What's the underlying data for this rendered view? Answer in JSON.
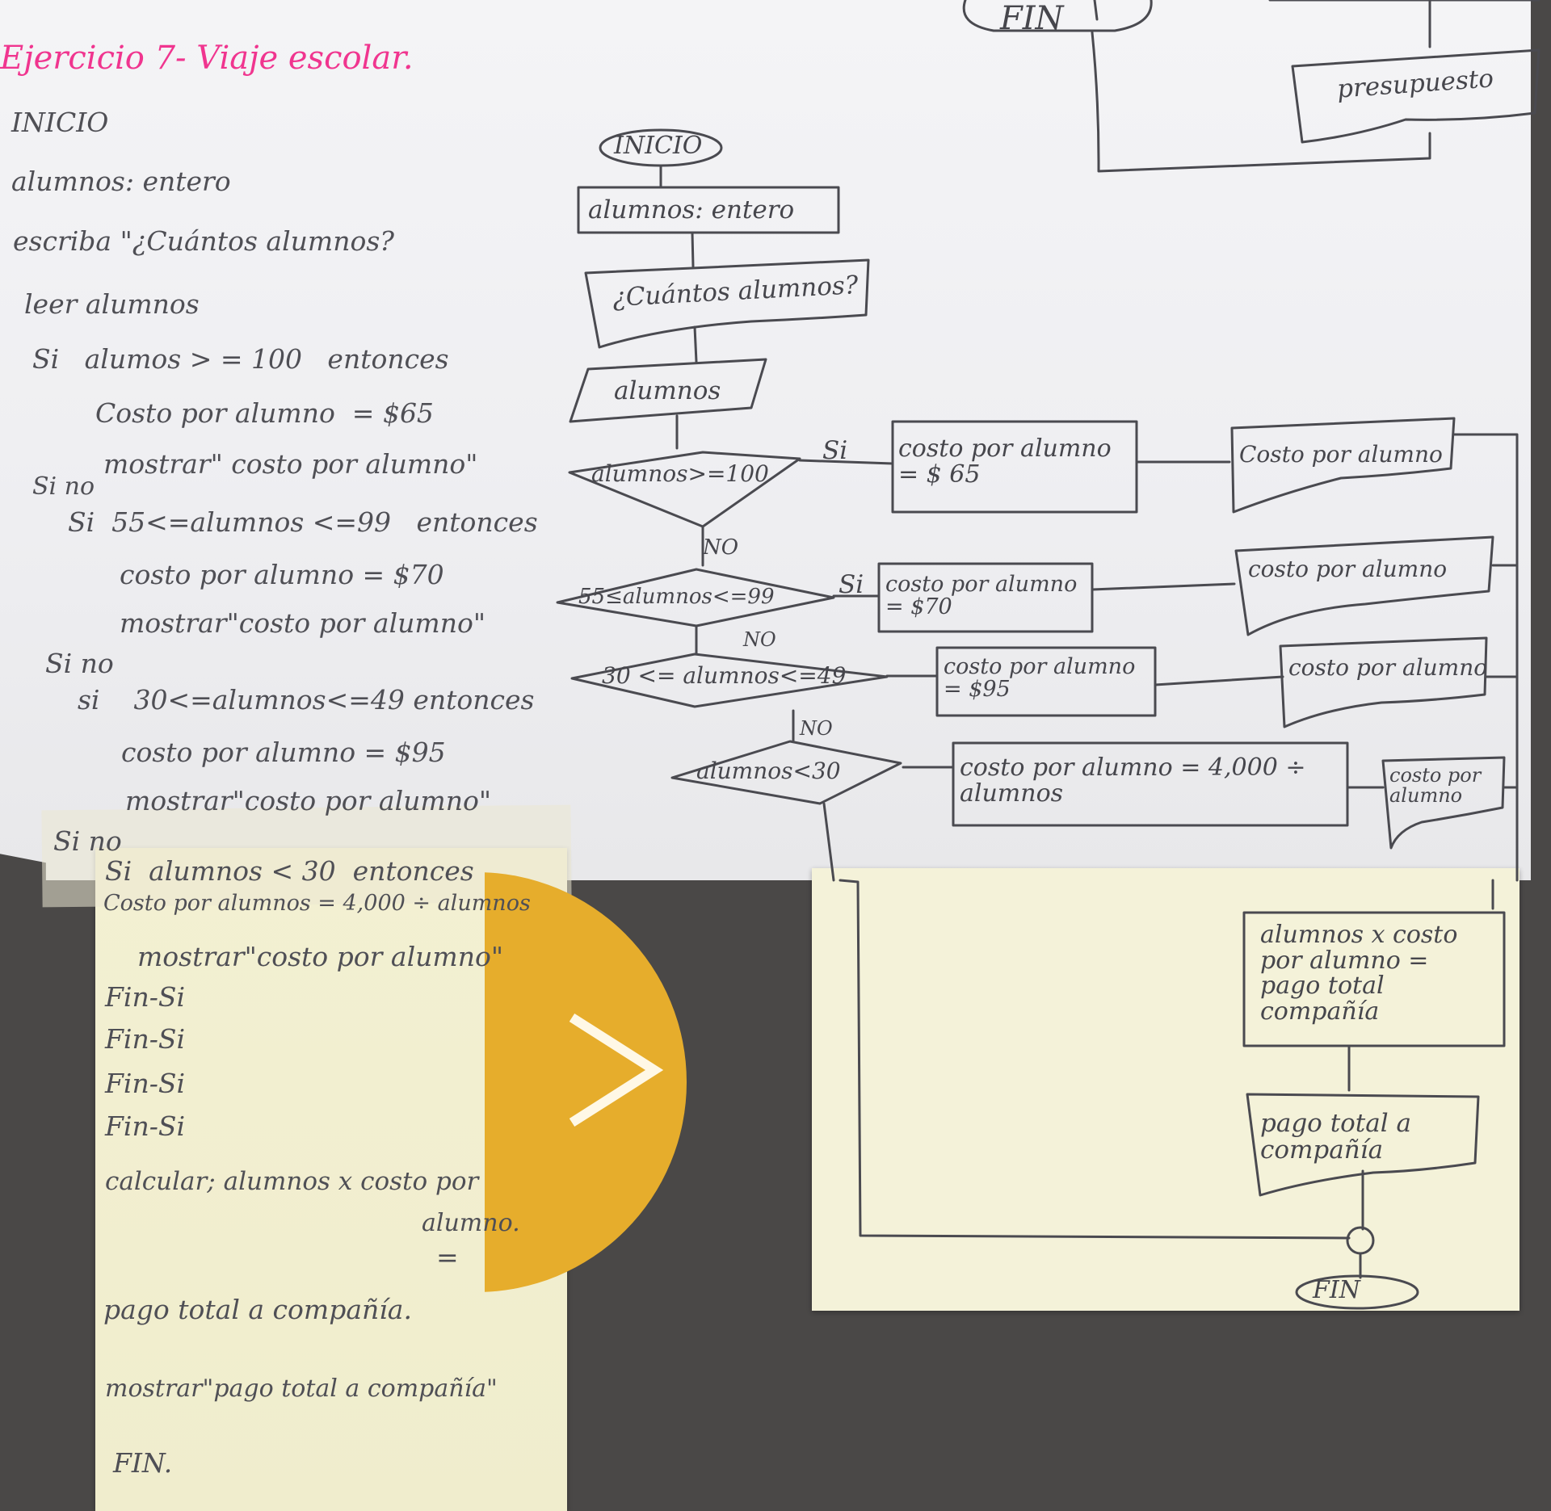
{
  "notes": {
    "title": "Ejercicio 7- Viaje escolar.",
    "pseudocode_lines": [
      "INICIO",
      "alumnos: entero",
      "escriba \"¿Cuántos alumnos?",
      "leer alumnos",
      "Si   alumos > = 100   entonces",
      "Costo por alumno  = $65",
      "mostrar\" costo por alumno\"",
      "Si no",
      "Si  55<=alumnos <=99   entonces",
      "costo por alumno = $70",
      "mostrar\"costo por alumno\"",
      "Si no",
      "si    30<=alumnos<=49 entonces",
      "costo por alumno = $95",
      "mostrar\"costo por alumno\"",
      "Si no",
      "Si  alumnos < 30  entonces",
      "Costo por alumnos = 4,000 ÷ alumnos",
      "mostrar\"costo por alumno\"",
      "Fin-Si",
      "Fin-Si",
      "Fin-Si",
      "Fin-Si",
      "calcular; alumnos x costo por",
      "alumno.",
      "=",
      "pago total a compañía.",
      "mostrar\"pago total a compañía\"",
      "FIN."
    ]
  },
  "flowchart": {
    "start": "INICIO",
    "declare": "alumnos: entero",
    "prompt": "¿Cuántos alumnos?",
    "input": "alumnos",
    "decisions": [
      "alumnos>=100",
      "55≤alumnos<=99",
      "30 <= alumnos<=49",
      "alumnos<30"
    ],
    "yes_label": "Si",
    "no_label": "NO",
    "assignments": [
      "costo por alumno = $ 65",
      "costo por alumno = $70",
      "costo por alumno = $95",
      "costo por alumno = 4,000 ÷ alumnos"
    ],
    "outputs": [
      "Costo por alumno",
      "costo por alumno",
      "costo por alumno",
      "costo por alumno"
    ],
    "calc": "alumnos x costo por alumno = pago total compañía",
    "final_output": "pago total a compañía",
    "end_top": "FIN",
    "end_bottom": "FIN",
    "budget_output": "presupuesto"
  },
  "colors": {
    "pencil": "#4a4a50",
    "pink_ink": "#f0358f",
    "sticker": "#e6ad2c"
  }
}
